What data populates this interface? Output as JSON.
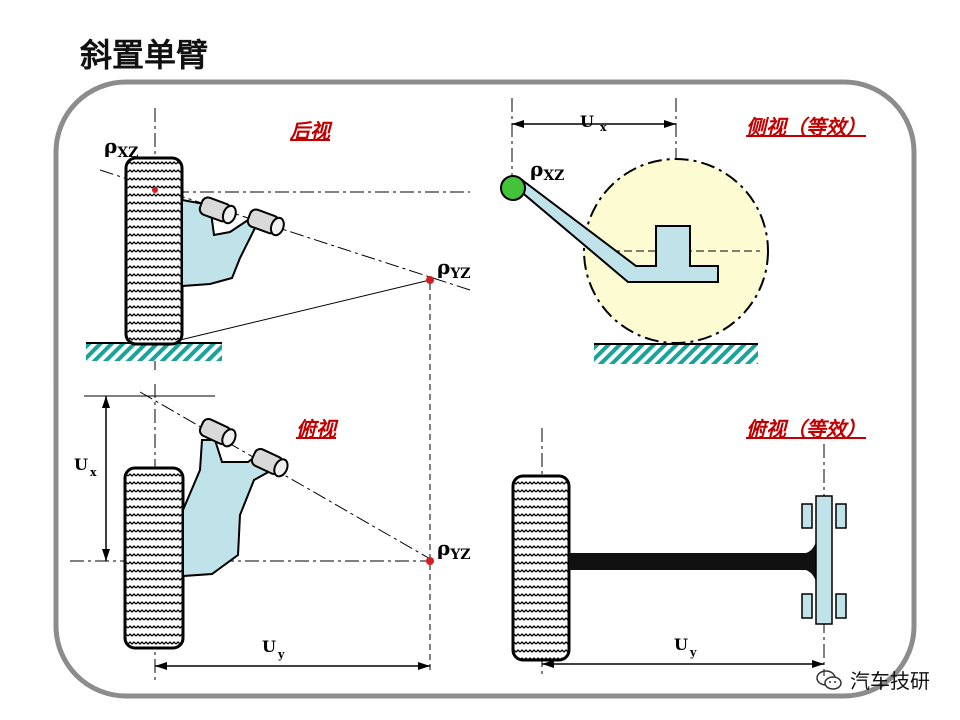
{
  "page": {
    "title": "斜置单臂"
  },
  "views": {
    "rear": {
      "title": "后视"
    },
    "side": {
      "title": "侧视（等效）"
    },
    "top": {
      "title": "俯视"
    },
    "top_equiv": {
      "title": "俯视（等效）"
    }
  },
  "labels": {
    "rho": "ρ",
    "rho_xz_sub": "XZ",
    "rho_yz_sub": "YZ",
    "u": "U",
    "ux_sub": "x",
    "uy_sub": "y"
  },
  "watermark": {
    "text": "汽车技研",
    "icon": "wechat-icon"
  },
  "colors": {
    "panel_border": "#8c8c8c",
    "red_title": "#c00000",
    "arm_fill": "#bfe3e8",
    "wheel_bg": "#fdfbd2",
    "ground_hatch": "#1aa39a",
    "pivot_green": "#44c23a",
    "point_red": "#d22020"
  }
}
